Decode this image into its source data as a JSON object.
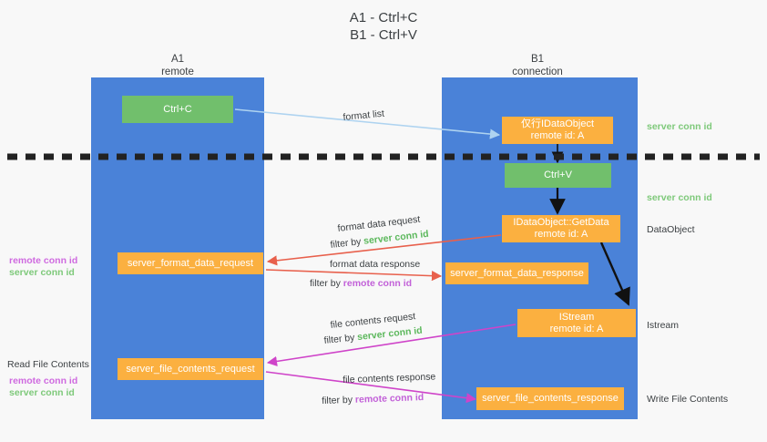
{
  "title": "A1 - Ctrl+C\nB1 - Ctrl+V",
  "columns": [
    {
      "name": "A1",
      "sub": "remote"
    },
    {
      "name": "B1",
      "sub": "connection"
    }
  ],
  "nodes": [
    {
      "id": "ctrl-c",
      "line1": "Ctrl+C",
      "line2": "",
      "color": "green"
    },
    {
      "id": "idataobject",
      "line1": "仅行IDataObject",
      "line2": "remote id: A",
      "color": "orange"
    },
    {
      "id": "ctrl-v",
      "line1": "Ctrl+V",
      "line2": "",
      "color": "green"
    },
    {
      "id": "getdata",
      "line1": "IDataObject::GetData",
      "line2": "remote id: A",
      "color": "orange"
    },
    {
      "id": "fmt-data-request",
      "line1": "server_format_data_request",
      "line2": "",
      "color": "orange"
    },
    {
      "id": "fmt-data-response",
      "line1": "server_format_data_response",
      "line2": "",
      "color": "orange"
    },
    {
      "id": "istream",
      "line1": "IStream",
      "line2": "remote id: A",
      "color": "orange"
    },
    {
      "id": "file-contents-request",
      "line1": "server_file_contents_request",
      "line2": "",
      "color": "orange"
    },
    {
      "id": "file-contents-response",
      "line1": "server_file_contents_response",
      "line2": "",
      "color": "orange"
    }
  ],
  "edge_labels": {
    "format_list": "format list",
    "format_data_request": "format data request",
    "format_data_request_filter_prefix": "filter by ",
    "format_data_request_filter_value": "server conn id",
    "format_data_response": "format data response",
    "format_data_response_filter_prefix": "filter by ",
    "format_data_response_filter_value": "remote conn id",
    "file_contents_request": "file contents request",
    "file_contents_request_filter_prefix": "filter by ",
    "file_contents_request_filter_value": "server conn id",
    "file_contents_response": "file contents response",
    "file_contents_response_filter_prefix": "filter by ",
    "file_contents_response_filter_value": "remote conn id"
  },
  "annotations": {
    "right_server_conn_id_1": "server conn id",
    "right_server_conn_id_2": "server conn id",
    "right_dataobject": "DataObject",
    "right_istream": "Istream",
    "right_write_file_contents": "Write File Contents",
    "left_remote_conn_id_1": "remote conn id",
    "left_server_conn_id_1": "server conn id",
    "left_read_file_contents": "Read File Contents",
    "left_remote_conn_id_2": "remote conn id",
    "left_server_conn_id_2": "server conn id"
  },
  "colors": {
    "lane": "#4a82d8",
    "green_node": "#71bf6c",
    "orange_node": "#fbb040",
    "arrow_blue": "#aed3f0",
    "arrow_red": "#e8604c",
    "arrow_magenta": "#cf44c9",
    "arrow_black": "#111111",
    "green_text": "#7ec97a",
    "purple_text": "#cf6ae0",
    "background": "#f8f8f8"
  }
}
